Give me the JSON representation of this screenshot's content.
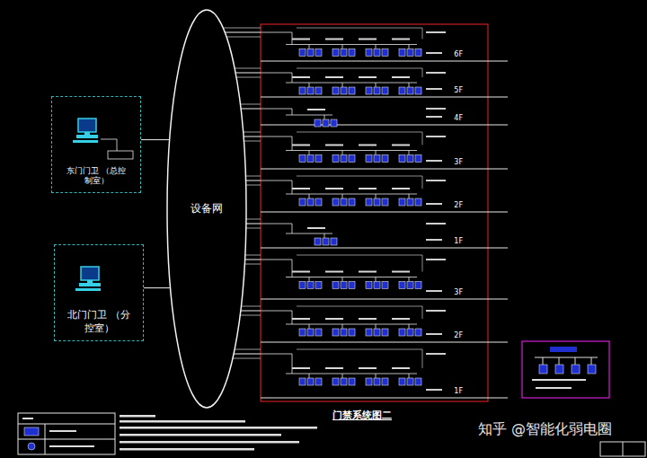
{
  "diagram": {
    "title": "门禁系统图二",
    "nodes": [
      {
        "text": [
          "东门门卫 （总控制室）"
        ]
      },
      {
        "text": [
          "北门门卫 （分控室）"
        ]
      },
      {
        "text": [
          "设备网"
        ]
      },
      {
        "text": [
          "6F"
        ]
      },
      {
        "text": [
          "5F"
        ]
      },
      {
        "text": [
          "4F"
        ]
      },
      {
        "text": [
          "3F"
        ]
      },
      {
        "text": [
          "2F"
        ]
      },
      {
        "text": [
          "1F"
        ]
      },
      {
        "text": [
          "3F"
        ]
      },
      {
        "text": [
          "2F"
        ]
      },
      {
        "text": [
          "1F"
        ]
      }
    ],
    "edges": [
      {
        "from": 0,
        "to": 2,
        "arrow": "none"
      },
      {
        "from": 1,
        "to": 2,
        "arrow": "none"
      },
      {
        "from": 2,
        "to": 3,
        "arrow": "none"
      },
      {
        "from": 2,
        "to": 4,
        "arrow": "none"
      },
      {
        "from": 2,
        "to": 5,
        "arrow": "none"
      },
      {
        "from": 2,
        "to": 6,
        "arrow": "none"
      },
      {
        "from": 2,
        "to": 7,
        "arrow": "none"
      },
      {
        "from": 2,
        "to": 8,
        "arrow": "none"
      },
      {
        "from": 2,
        "to": 9,
        "arrow": "none"
      },
      {
        "from": 2,
        "to": 10,
        "arrow": "none"
      },
      {
        "from": 2,
        "to": 11,
        "arrow": "none"
      }
    ],
    "labels": [
      "知乎 @智能化弱电圈"
    ]
  }
}
